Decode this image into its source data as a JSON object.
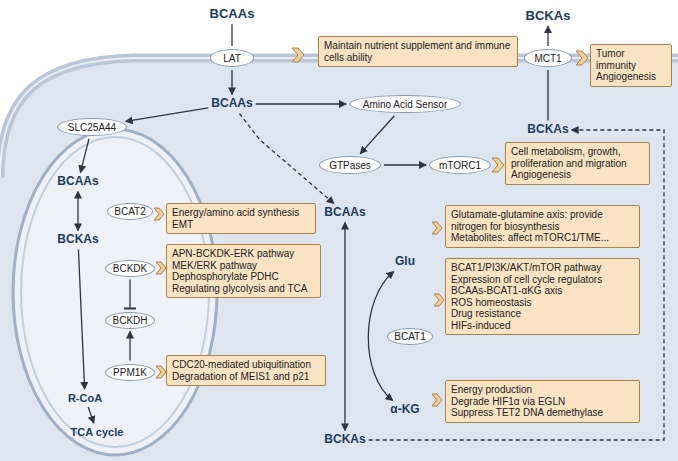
{
  "diagram": {
    "nodes": [
      {
        "text": [
          "BCAAs"
        ]
      },
      {
        "text": [
          "LAT"
        ]
      },
      {
        "text": [
          "Maintain nutrient supplement and immune cells ability"
        ]
      },
      {
        "text": [
          "BCKAs"
        ]
      },
      {
        "text": [
          "MCT1"
        ]
      },
      {
        "text": [
          "Tumor immunity",
          "Angiogenesis"
        ]
      },
      {
        "text": [
          "BCAAs"
        ]
      },
      {
        "text": [
          "Amino Acid Sensor"
        ]
      },
      {
        "text": [
          "GTPases"
        ]
      },
      {
        "text": [
          "mTORC1"
        ]
      },
      {
        "text": [
          "BCKAs"
        ]
      },
      {
        "text": [
          "Cell metabolism, growth, proliferation and migration",
          "Angiogenesis"
        ]
      },
      {
        "text": [
          "SLC25A44"
        ]
      },
      {
        "text": [
          "BCAAs"
        ]
      },
      {
        "text": [
          "BCAT2"
        ]
      },
      {
        "text": [
          "Energy/amino acid synthesis",
          "EMT"
        ]
      },
      {
        "text": [
          "BCKAs"
        ]
      },
      {
        "text": [
          "BCKDK"
        ]
      },
      {
        "text": [
          "APN-BCKDK-ERK pathway",
          "MEK/ERK pathway",
          "Dephosphorylate PDHC",
          "Regulating glycolysis and TCA"
        ]
      },
      {
        "text": [
          "BCKDH"
        ]
      },
      {
        "text": [
          "PPM1K"
        ]
      },
      {
        "text": [
          "CDC20-mediated ubiquitination",
          "Degradation of MEIS1 and p21"
        ]
      },
      {
        "text": [
          "R-CoA"
        ]
      },
      {
        "text": [
          "TCA cycle"
        ]
      },
      {
        "text": [
          "BCAAs"
        ]
      },
      {
        "text": [
          "Glu"
        ]
      },
      {
        "text": [
          "Glutamate-glutamine axis: provide nitrogen for biosynthesis",
          "Metabolites: affect mTORC1/TME..."
        ]
      },
      {
        "text": [
          "BCAT1"
        ]
      },
      {
        "text": [
          "BCAT1/PI3K/AKT/mTOR pathway",
          "Expression of cell cycle regulators",
          "BCAAs-BCAT1-αKG axis",
          "ROS homeostasis",
          "Drug resistance",
          "HIFs-induced"
        ]
      },
      {
        "text": [
          "α-KG"
        ]
      },
      {
        "text": [
          "Energy production",
          "Degrade HIF1α via EGLN",
          "Suppress TET2 DNA demethylase"
        ]
      },
      {
        "text": [
          "BCKAs"
        ]
      }
    ],
    "edges": [
      {
        "from": 0,
        "to": 1,
        "arrow": "none"
      },
      {
        "from": 1,
        "to": 6,
        "arrow": "to"
      },
      {
        "from": 10,
        "to": 4,
        "arrow": "none"
      },
      {
        "from": 4,
        "to": 3,
        "arrow": "to"
      },
      {
        "from": 6,
        "to": 7,
        "arrow": "to"
      },
      {
        "from": 7,
        "to": 8,
        "arrow": "to"
      },
      {
        "from": 8,
        "to": 9,
        "arrow": "to"
      },
      {
        "from": 6,
        "to": 12,
        "arrow": "to"
      },
      {
        "from": 12,
        "to": 13,
        "arrow": "to"
      },
      {
        "from": 6,
        "to": 24,
        "arrow": "to"
      },
      {
        "from": 13,
        "to": 16,
        "arrow": "both"
      },
      {
        "from": 16,
        "to": 22,
        "arrow": "to"
      },
      {
        "from": 22,
        "to": 23,
        "arrow": "to"
      },
      {
        "from": 17,
        "to": 19,
        "arrow": "to"
      },
      {
        "from": 20,
        "to": 19,
        "arrow": "to"
      },
      {
        "from": 24,
        "to": 31,
        "arrow": "both"
      },
      {
        "from": 25,
        "to": 29,
        "arrow": "both"
      },
      {
        "from": 31,
        "to": 10,
        "arrow": "to"
      }
    ]
  }
}
